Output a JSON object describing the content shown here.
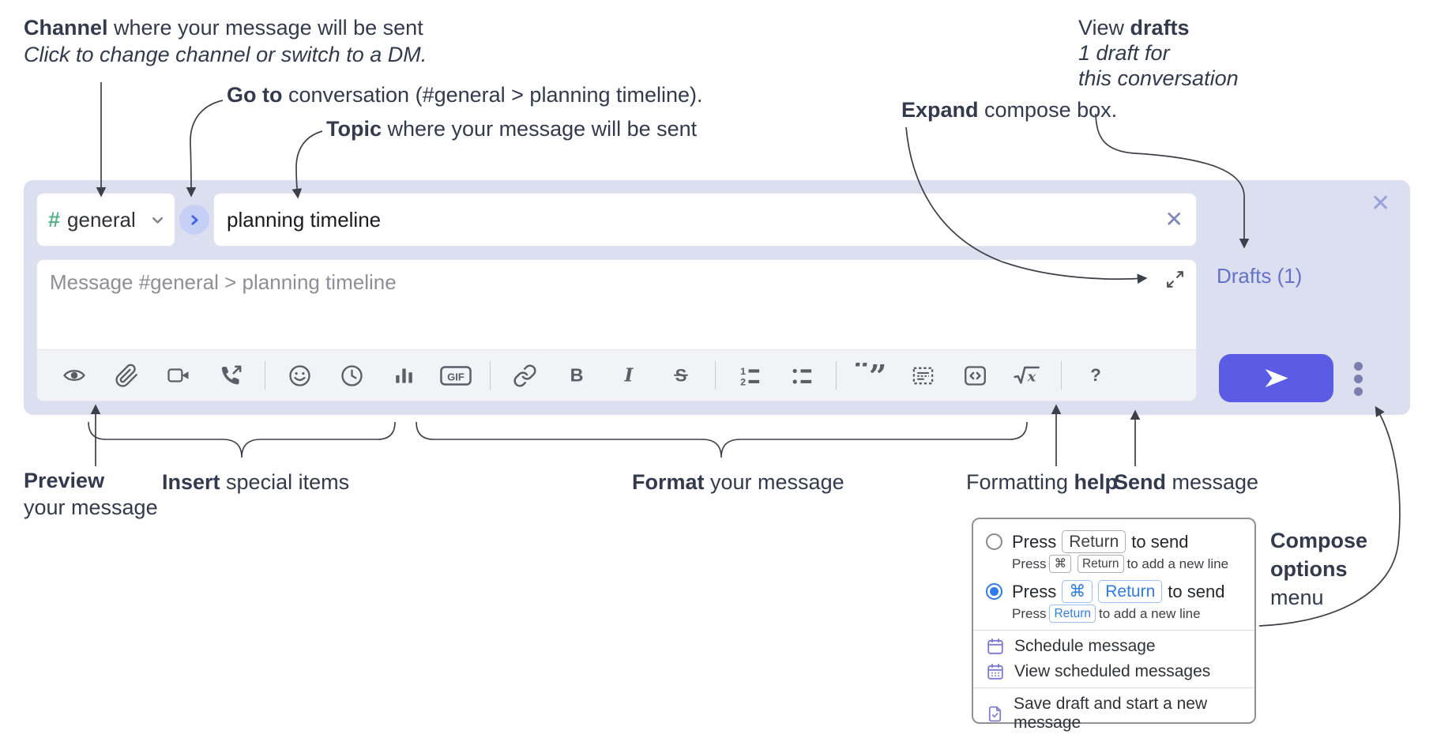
{
  "annotations": {
    "channel": {
      "bold": "Channel",
      "rest": " where your message will be sent",
      "sub_italic": "Click to change channel or switch to a DM."
    },
    "goto": {
      "bold": "Go to",
      "rest": " conversation (#general > planning timeline)."
    },
    "topic": {
      "bold": "Topic",
      "rest": " where your message will be sent"
    },
    "expand": {
      "bold": "Expand",
      "rest": " compose box."
    },
    "view_drafts": {
      "line1_regular": "View ",
      "line1_bold": "drafts",
      "line2": "1 draft for",
      "line3": "this conversation"
    },
    "preview": {
      "bold": "Preview",
      "rest": "your message"
    },
    "insert": {
      "bold": "Insert",
      "rest": " special items"
    },
    "format": {
      "bold": "Format",
      "rest": " your message"
    },
    "formatting_help": {
      "regular": "Formatting ",
      "bold": "help"
    },
    "send": {
      "bold": "Send",
      "rest": " message"
    },
    "compose_options": {
      "bold1": "Compose",
      "bold2": "options",
      "rest": "menu"
    }
  },
  "compose": {
    "channel_selector": {
      "hash": "#",
      "label": "general"
    },
    "topic_input": {
      "value": "planning timeline"
    },
    "message_input": {
      "placeholder": "Message #general > planning timeline"
    },
    "drafts_link": "Drafts (1)",
    "close_icon": "✕",
    "topic_clear_icon": "✕",
    "toolbar_icon_names": [
      "preview-eye",
      "attach-paperclip",
      "video-call",
      "voice-call",
      "emoji",
      "global-time",
      "poll",
      "gif",
      "link",
      "bold",
      "italic",
      "strikethrough",
      "numbered-list",
      "bulleted-list",
      "quote",
      "spoiler",
      "code",
      "math",
      "help"
    ],
    "glyphs": {
      "gif": "GIF",
      "bold": "B",
      "italic": "I",
      "strike": "S",
      "quote_open": "“",
      "quote_close": "”",
      "math_x": "x",
      "ol1": "1",
      "ol2": "2",
      "help": "?"
    }
  },
  "popup": {
    "option1": {
      "press": "Press",
      "key": "Return",
      "suffix": "to send",
      "sub": {
        "press": "Press",
        "key1": "⌘",
        "key2": "Return",
        "suffix": "to add a new line"
      }
    },
    "option2": {
      "press": "Press",
      "key1": "⌘",
      "key2": "Return",
      "suffix": "to send",
      "sub": {
        "press": "Press",
        "key1": "Return",
        "suffix": "to add a new line"
      }
    },
    "items": [
      "Schedule message",
      "View scheduled messages",
      "Save draft and start a new message"
    ]
  },
  "colors": {
    "compose_bg": "#dbdff0",
    "send_button": "#5b5ce6",
    "drafts_link": "#6472c8",
    "channel_hash_green": "#58b389",
    "goto_blue": "#3e63e9",
    "goto_circle_bg": "#c6cff6",
    "radio_selected_blue": "#2e7de9",
    "key_blue": "#2d7ce8",
    "menu_icon_purple": "#7c79d4",
    "annotation_text": "#333a4d",
    "toolbar_icon_gray": "#5a5e66"
  }
}
